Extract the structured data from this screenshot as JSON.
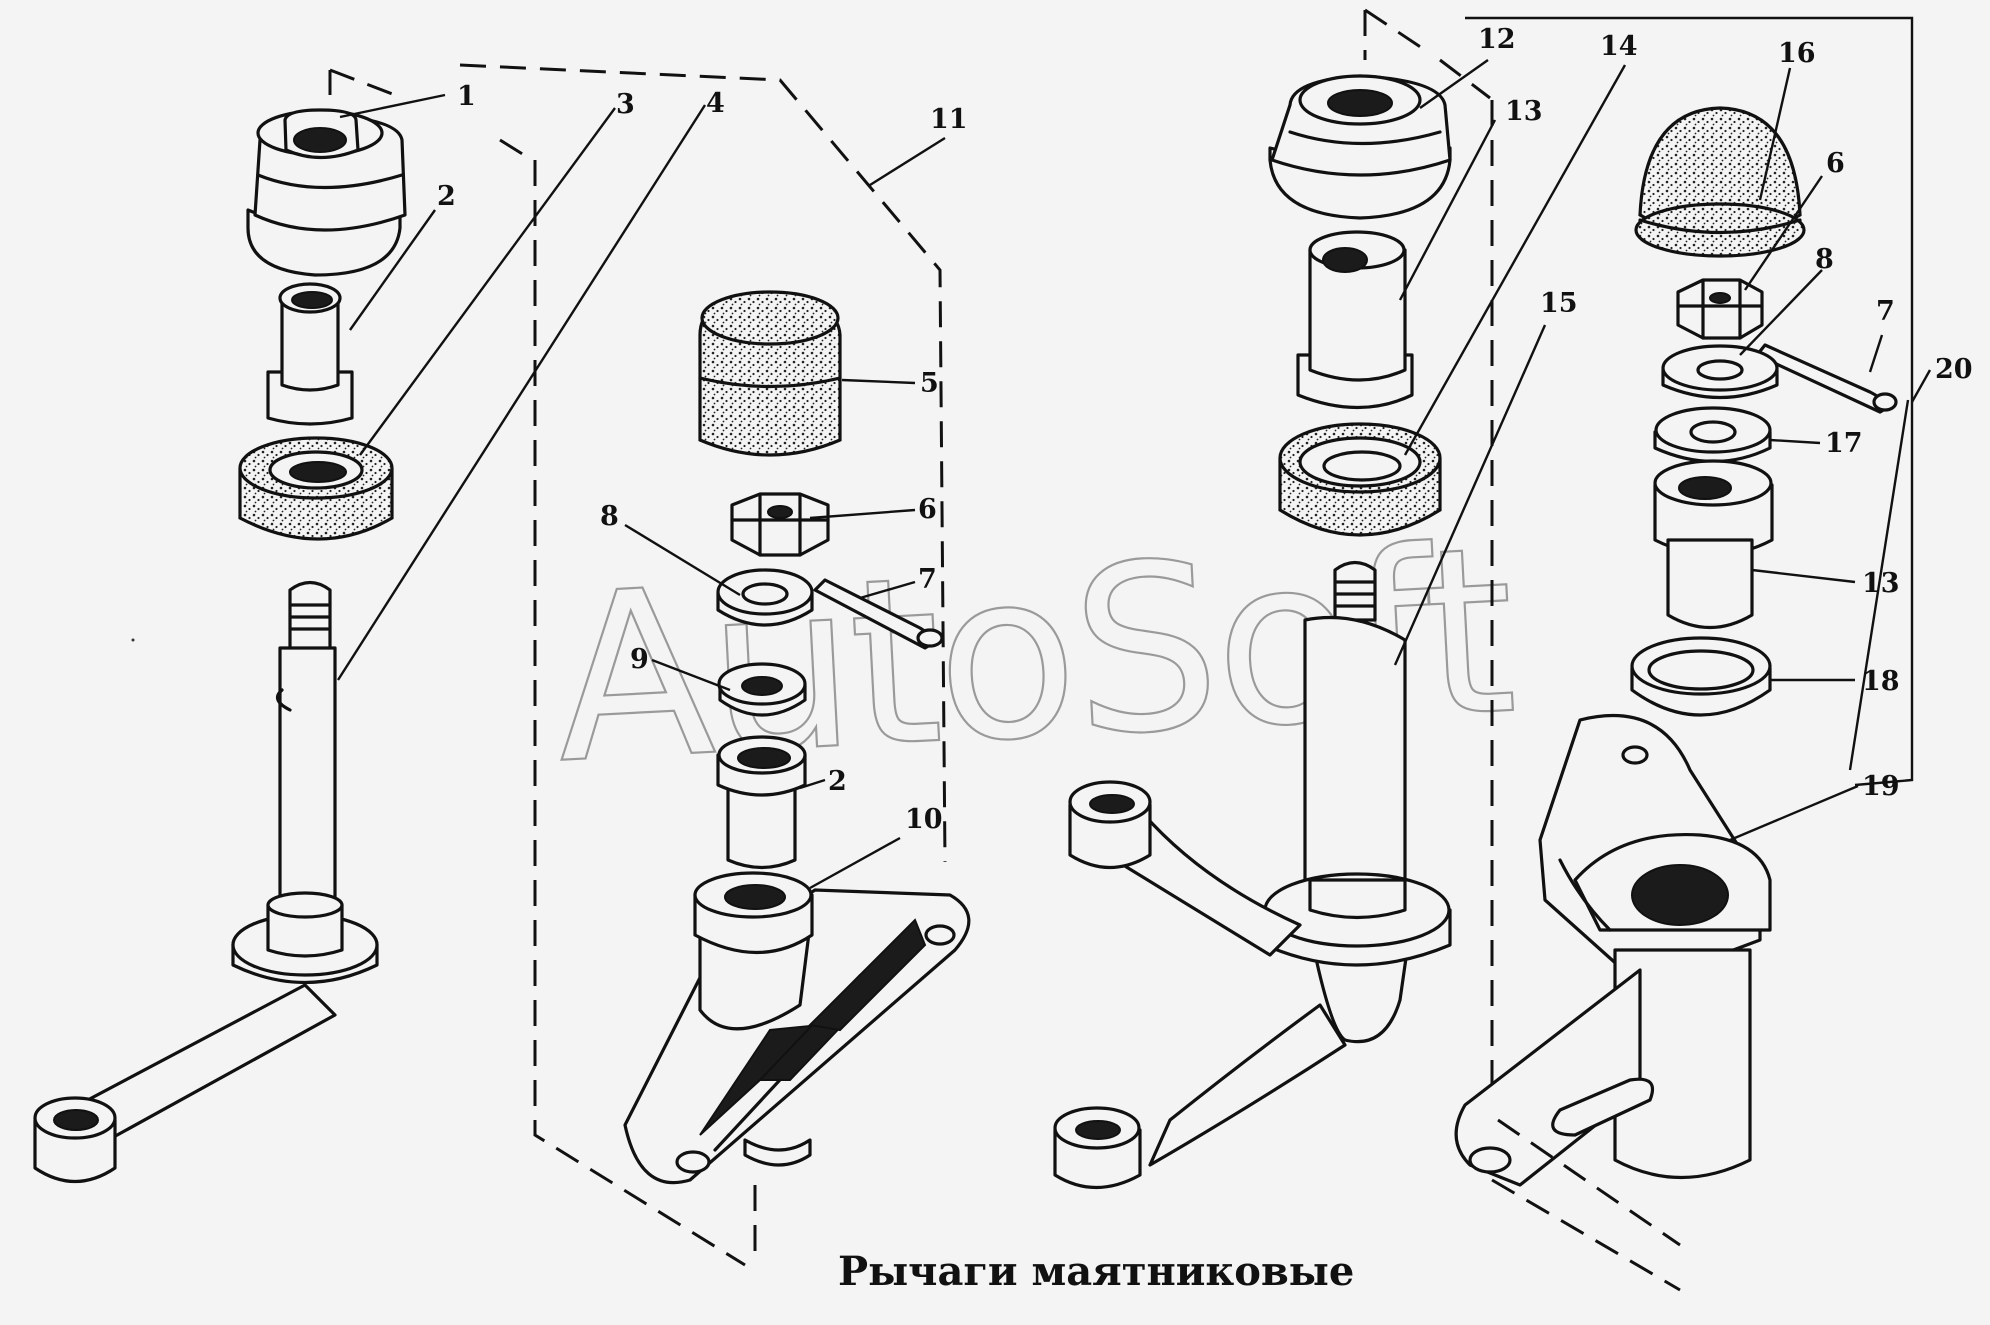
{
  "title": "Рычаги маятниковые",
  "watermark": "AutoSoft",
  "callouts": {
    "c1": "1",
    "c2a": "2",
    "c2b": "2",
    "c3": "3",
    "c4": "4",
    "c5": "5",
    "c6a": "6",
    "c6b": "6",
    "c7a": "7",
    "c7b": "7",
    "c8a": "8",
    "c8b": "8",
    "c9": "9",
    "c10": "10",
    "c11": "11",
    "c12": "12",
    "c13a": "13",
    "c13b": "13",
    "c14": "14",
    "c15": "15",
    "c16": "16",
    "c17": "17",
    "c18": "18",
    "c19": "19",
    "c20": "20"
  }
}
